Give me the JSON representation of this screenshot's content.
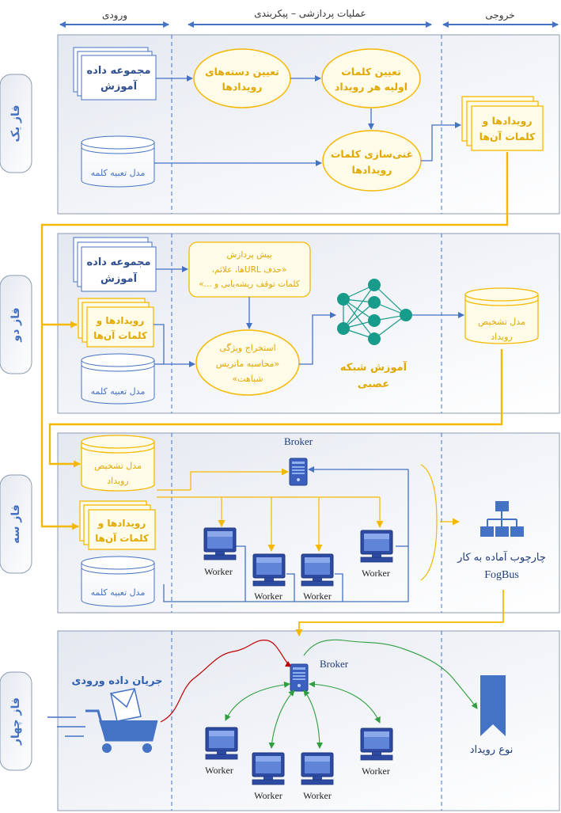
{
  "columns": {
    "input": "ورودی",
    "processing": "عملیات پردازشی – پیکربندی",
    "output": "خروجی"
  },
  "phases": {
    "p1": "فاز یک",
    "p2": "فاز دو",
    "p3": "فاز سه",
    "p4": "فاز چهار"
  },
  "phase1": {
    "training_set": [
      "مجموعه داده",
      "آموزش"
    ],
    "embedding_model": "مدل تعبیه کلمه",
    "define_categories": [
      "تعیین دسته‌های",
      "رویدادها"
    ],
    "initial_keywords": [
      "تعیین کلمات",
      "اولیه هر رویداد"
    ],
    "enrich_keywords": [
      "غنی‌سازی کلمات",
      "رویدادها"
    ],
    "events_keywords": [
      "رویدادها و",
      "کلمات آن‌ها"
    ]
  },
  "phase2": {
    "training_set": [
      "مجموعه داده",
      "آموزش"
    ],
    "events_keywords": [
      "رویدادها و",
      "کلمات آن‌ها"
    ],
    "embedding_model": "مدل تعبیه کلمه",
    "preprocessing": [
      "پیش پردازش",
      "«حذف URLها، علائم،",
      "کلمات توقف ریشه‌یابی و ...»"
    ],
    "feature_extraction": [
      "استخراج ویژگی",
      "«محاسبه ماتریس",
      "شباهت»"
    ],
    "nn_training": [
      "آموزش شبکه",
      "عصبی"
    ],
    "detection_model": [
      "مدل تشخیص",
      "رویداد"
    ]
  },
  "phase3": {
    "detection_model": [
      "مدل تشخیص",
      "رویداد"
    ],
    "events_keywords": [
      "رویدادها و",
      "کلمات آن‌ها"
    ],
    "embedding_model": "مدل تعبیه کلمه",
    "broker": "Broker",
    "worker": "Worker",
    "framework": [
      "چارچوب آماده به کار",
      "FogBus"
    ]
  },
  "phase4": {
    "input_stream": "جریان داده ورودی",
    "broker": "Broker",
    "worker": "Worker",
    "event_type": "نوع رویداد"
  },
  "colors": {
    "blue": "#4472c4",
    "gold": "#f5b800",
    "panel_fill": "#f1f3f8",
    "panel_border": "#8c9bb3",
    "teal": "#179b8a",
    "red_line": "#c00000",
    "green_line": "#2e9e3e"
  },
  "icons": [
    "server-icon",
    "computer-icon",
    "neural-network-icon",
    "hierarchy-icon",
    "bookmark-icon",
    "mail-cart-icon"
  ]
}
